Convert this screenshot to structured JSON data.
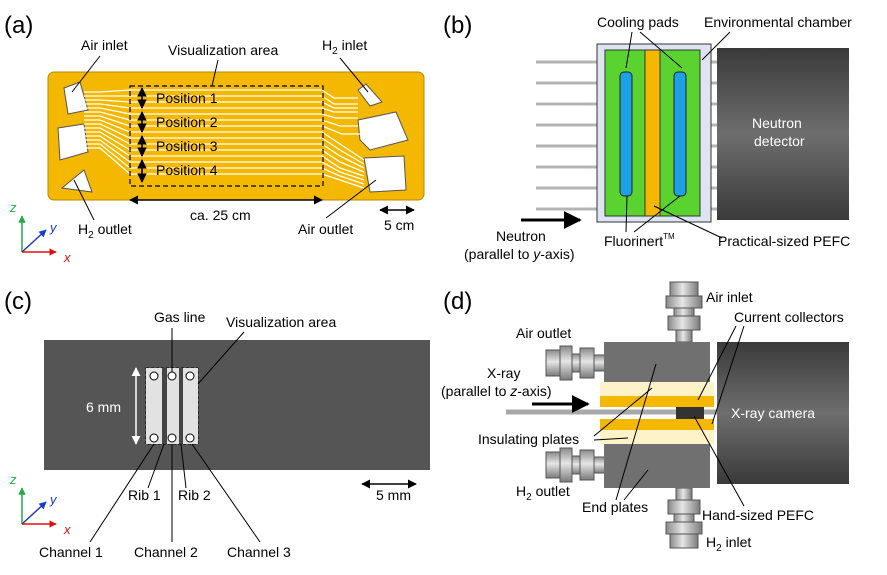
{
  "panel_a": {
    "tag": "(a)",
    "air_inlet": "Air inlet",
    "visualization_area": "Visualization area",
    "h2_inlet_prefix": "H",
    "h2_inlet_sub": "2",
    "h2_inlet_suffix": " inlet",
    "position_1": "Position 1",
    "position_2": "Position 2",
    "position_3": "Position 3",
    "position_4": "Position 4",
    "scale_long": "ca. 25 cm",
    "scale_short": "5 cm",
    "h2_outlet_prefix": "H",
    "h2_outlet_sub": "2",
    "h2_outlet_suffix": " outlet",
    "air_outlet": "Air outlet",
    "axis_z": "z",
    "axis_y": "y",
    "axis_x": "x"
  },
  "panel_b": {
    "tag": "(b)",
    "cooling_pads": "Cooling pads",
    "environmental_chamber": "Environmental chamber",
    "neutron_detector_1": "Neutron",
    "neutron_detector_2": "detector",
    "neutron_1": "Neutron",
    "neutron_2_prefix": "(parallel to ",
    "neutron_2_axis": "y",
    "neutron_2_suffix": "-axis)",
    "fluorinert": "Fluorinert",
    "fluorinert_tm": "TM",
    "practical_pefc": "Practical-sized PEFC"
  },
  "panel_c": {
    "tag": "(c)",
    "gas_line": "Gas line",
    "visualization_area": "Visualization area",
    "scale_6mm": "6 mm",
    "scale_5mm": "5 mm",
    "rib_1": "Rib 1",
    "rib_2": "Rib 2",
    "channel_1": "Channel 1",
    "channel_2": "Channel 2",
    "channel_3": "Channel 3",
    "axis_z": "z",
    "axis_y": "y",
    "axis_x": "x"
  },
  "panel_d": {
    "tag": "(d)",
    "air_inlet": "Air inlet",
    "air_outlet": "Air outlet",
    "current_collectors": "Current collectors",
    "xray_1": "X-ray",
    "xray_2_prefix": "(parallel to ",
    "xray_2_axis": "z",
    "xray_2_suffix": "-axis)",
    "xray_camera": "X-ray camera",
    "insulating_plates": "Insulating plates",
    "h2_outlet_prefix": "H",
    "h2_outlet_sub": "2",
    "h2_outlet_suffix": " outlet",
    "end_plates": "End plates",
    "hand_pefc": "Hand-sized PEFC",
    "h2_inlet_prefix": "H",
    "h2_inlet_sub": "2",
    "h2_inlet_suffix": " inlet"
  },
  "colors": {
    "plate_orange": "#f5b800",
    "green": "#5ad330",
    "blue": "#1ea0e6",
    "cell_gray": "#555555",
    "light_blue": "#dde6f0",
    "insulating": "#fdf2c8",
    "axis_green": "#22aa44",
    "axis_blue": "#1a3ccc",
    "axis_red": "#dd1111"
  }
}
